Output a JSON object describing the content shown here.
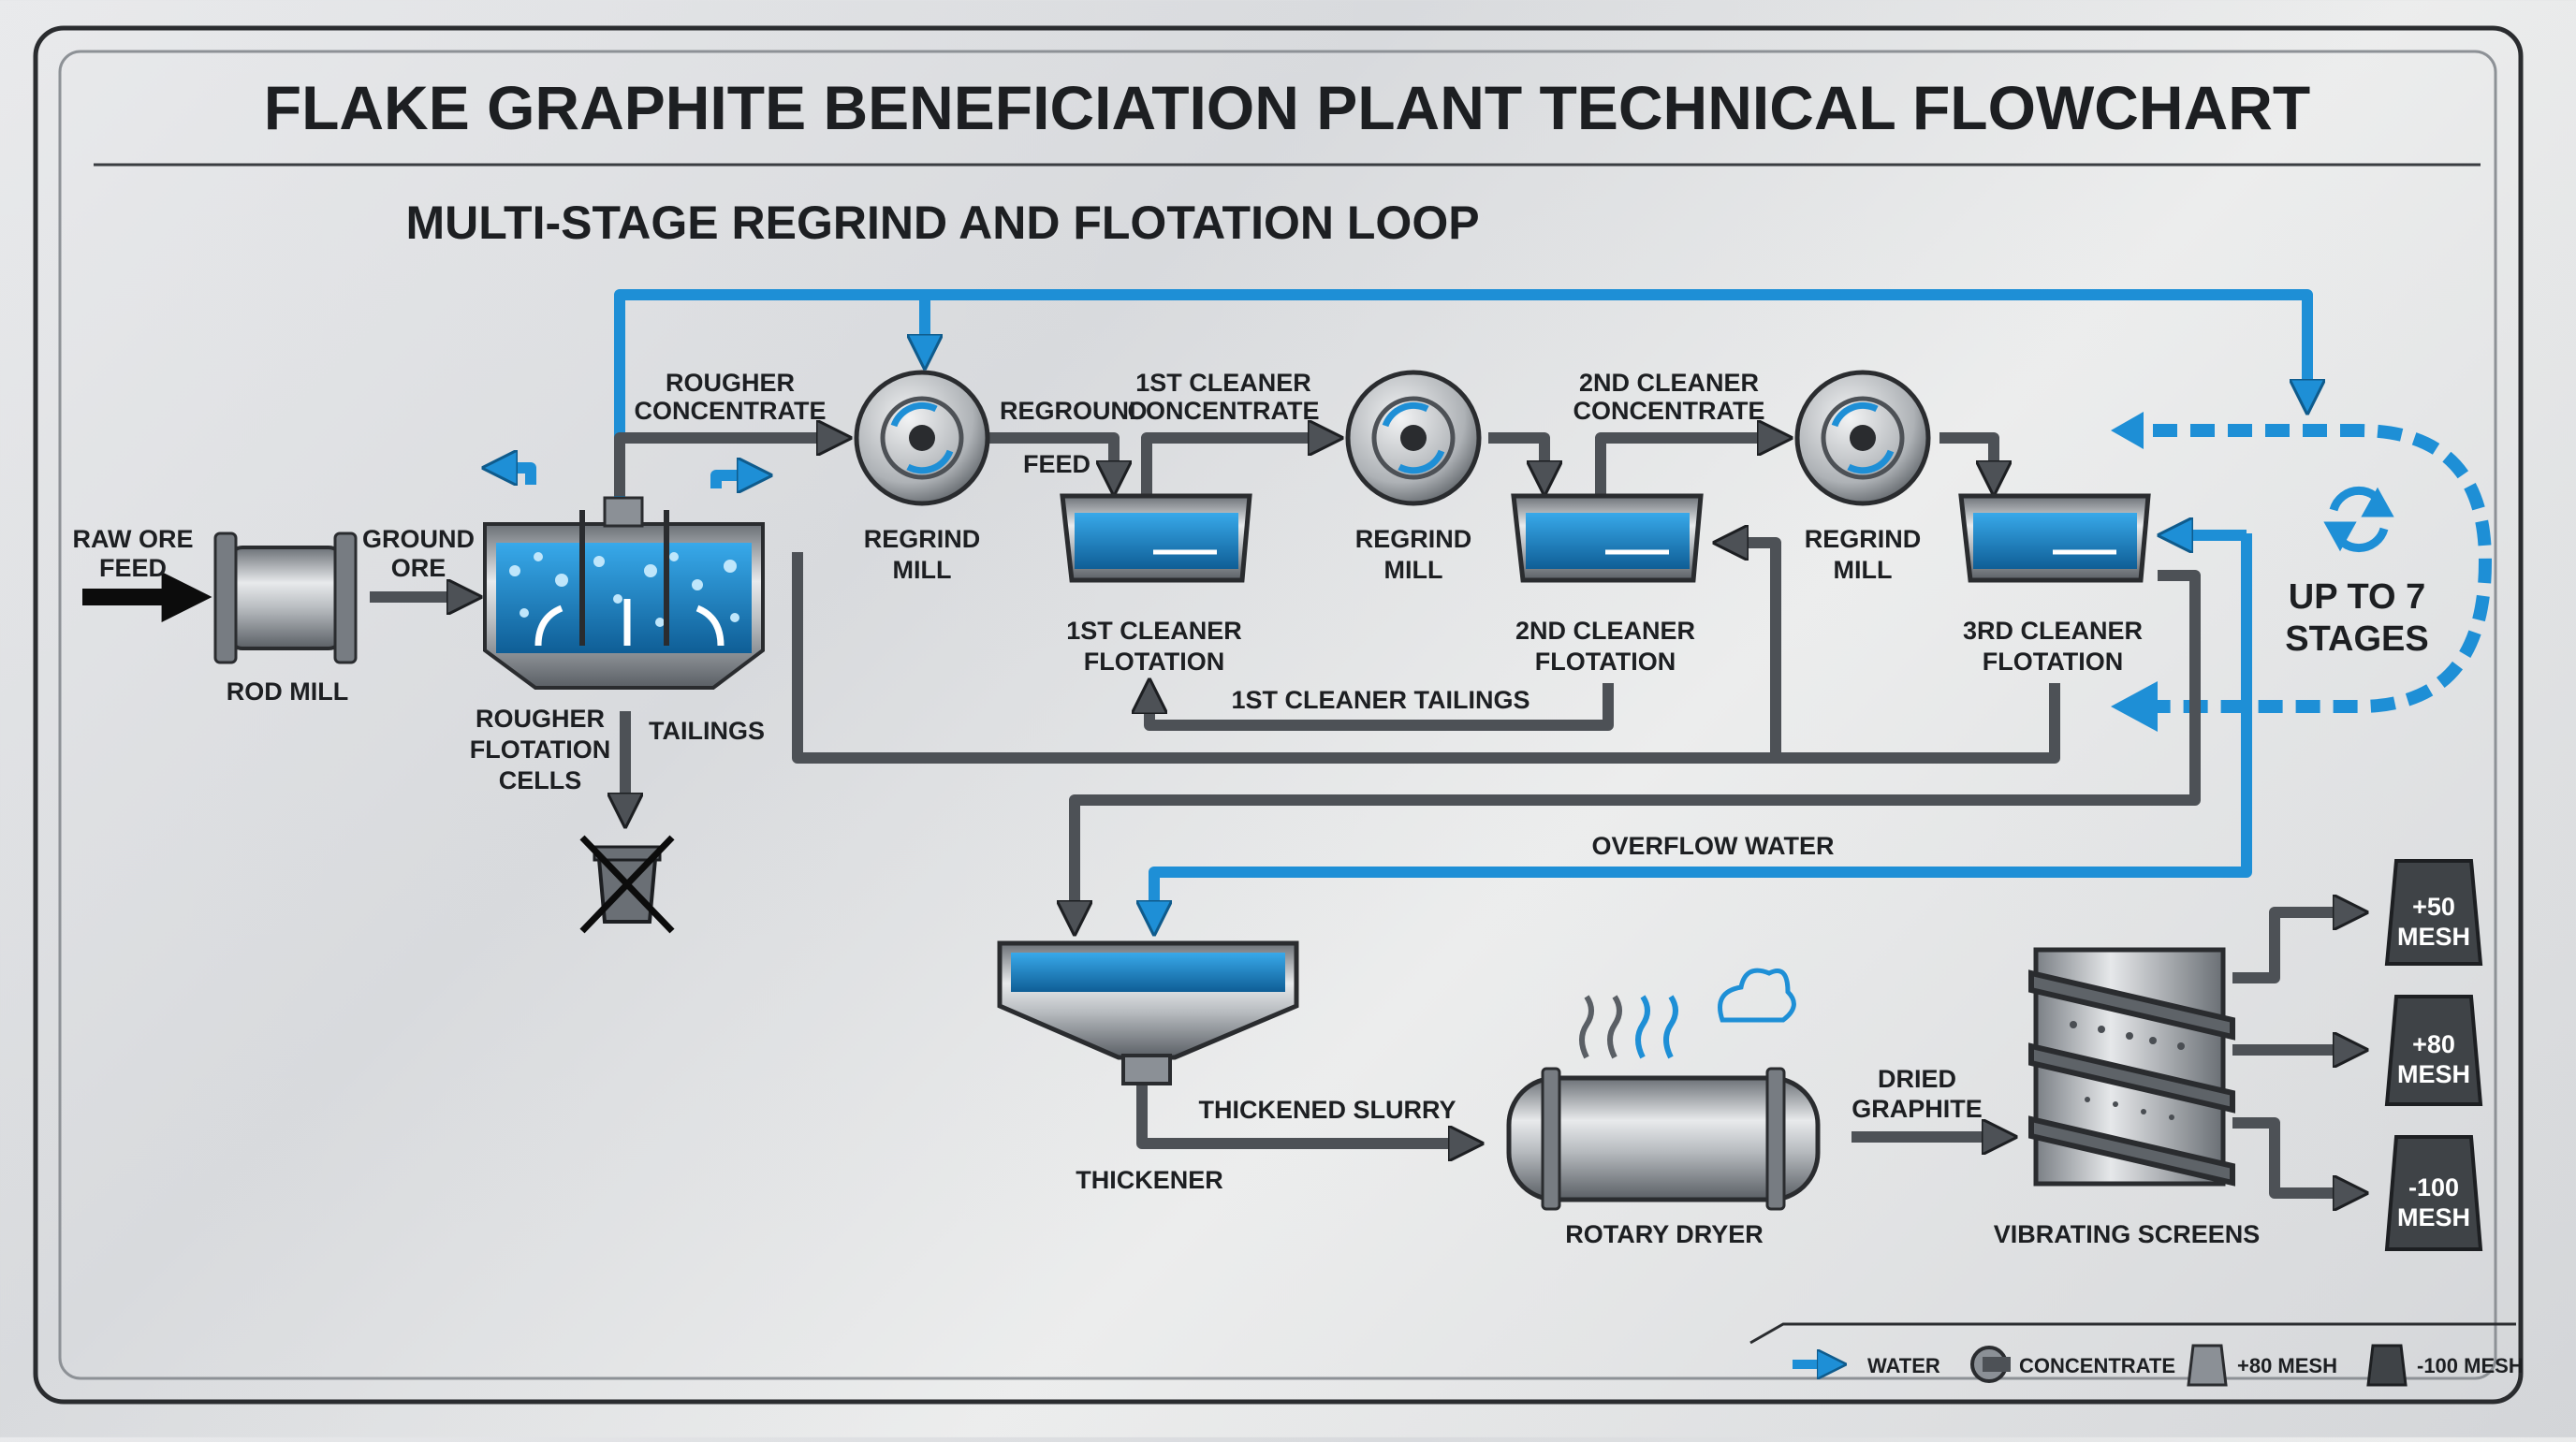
{
  "header": {
    "title": "FLAKE GRAPHITE BENEFICIATION PLANT TECHNICAL FLOWCHART",
    "subtitle": "MULTI-STAGE REGRIND AND FLOTATION LOOP"
  },
  "labels": {
    "raw_ore_feed": [
      "RAW ORE",
      "FEED"
    ],
    "rod_mill": "ROD MILL",
    "ground_ore": [
      "GROUND",
      "ORE"
    ],
    "rougher_cells": [
      "ROUGHER",
      "FLOTATION",
      "CELLS"
    ],
    "tailings": "TAILINGS",
    "rougher_concentrate": [
      "ROUGHER",
      "CONCENTRATE"
    ],
    "regrind_mill": [
      "REGRIND",
      "MILL"
    ],
    "reground_feed": [
      "REGROUND",
      "FEED"
    ],
    "cleaner1_concentrate": [
      "1ST CLEANER",
      "CONCENTRATE"
    ],
    "cleaner1_flotation": [
      "1ST CLEANER",
      "FLOTATION"
    ],
    "cleaner2_concentrate": [
      "2ND CLEANER",
      "CONCENTRATE"
    ],
    "cleaner2_flotation": [
      "2ND CLEANER",
      "FLOTATION"
    ],
    "cleaner3_flotation": [
      "3RD CLEANER",
      "FLOTATION"
    ],
    "cleaner1_tailings": "1ST CLEANER TAILINGS",
    "up_to_stages": [
      "UP TO 7",
      "STAGES"
    ],
    "overflow_water": "OVERFLOW WATER",
    "thickener": "THICKENER",
    "thickened_slurry": "THICKENED SLURRY",
    "rotary_dryer": "ROTARY DRYER",
    "dried_graphite": [
      "DRIED",
      "GRAPHITE"
    ],
    "vibrating_screens": "VIBRATING SCREENS",
    "bag_50": [
      "+50",
      "MESH"
    ],
    "bag_80": [
      "+80",
      "MESH"
    ],
    "bag_100": [
      "-100",
      "MESH"
    ]
  },
  "legend": [
    {
      "icon": "water-arrow-icon",
      "label": "WATER"
    },
    {
      "icon": "concentrate-pipe-icon",
      "label": "CONCENTRATE"
    },
    {
      "icon": "plus80-bag-icon",
      "label": "+80 MESH"
    },
    {
      "icon": "minus100-bag-icon",
      "label": "-100 MESH"
    }
  ],
  "colors": {
    "water": "#1e8fd6",
    "concentrate": "#4d5156",
    "frame": "#2a2c2f",
    "bag": "#3f4347"
  }
}
